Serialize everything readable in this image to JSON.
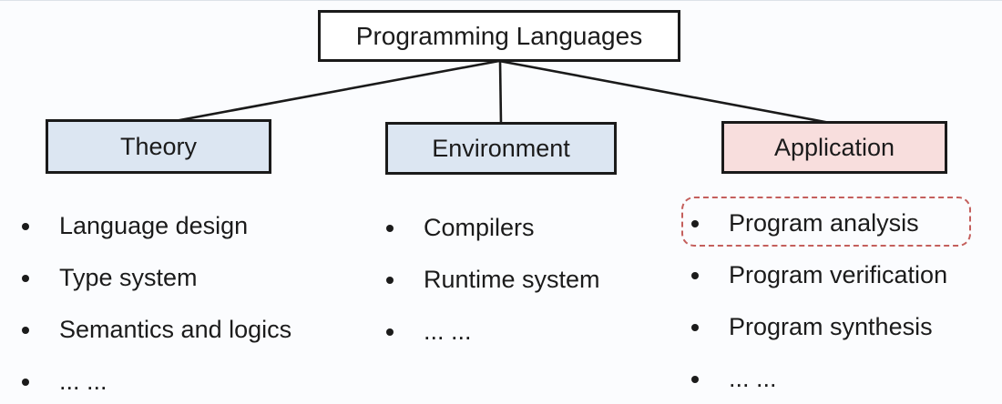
{
  "diagram": {
    "title": "Programming Languages tree diagram",
    "root": {
      "label": "Programming Languages"
    },
    "branches": [
      {
        "id": "theory",
        "label": "Theory",
        "items": [
          "Language design",
          "Type system",
          "Semantics and logics",
          "... ..."
        ]
      },
      {
        "id": "environment",
        "label": "Environment",
        "items": [
          "Compilers",
          "Runtime system",
          "... ..."
        ]
      },
      {
        "id": "application",
        "label": "Application",
        "items": [
          "Program analysis",
          "Program verification",
          "Program synthesis",
          "... ..."
        ],
        "highlighted_item": "Program analysis"
      }
    ]
  },
  "colors": {
    "bg": "#fbfcfe",
    "box-blue": "#dce6f2",
    "box-pink": "#f8dedd",
    "line": "#1a1a1a",
    "text": "#1b1b1b",
    "highlight": "#c45f5c"
  }
}
